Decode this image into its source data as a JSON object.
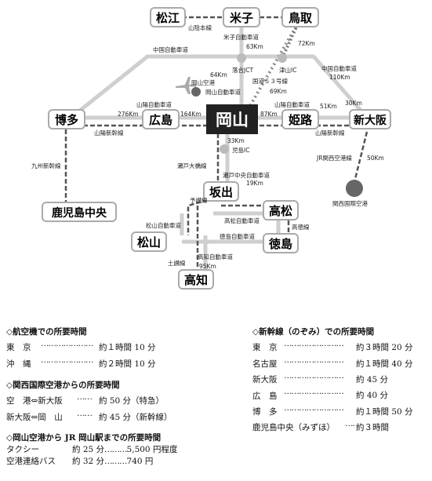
{
  "map": {
    "colors": {
      "road": "#cfcfcf",
      "jr": "#555555",
      "highlight_box": "#222222",
      "airport_dot": "#666666",
      "bridge": "#aaaaaa"
    },
    "nodes": [
      {
        "id": "matsue",
        "label": "松江"
      },
      {
        "id": "yonago",
        "label": "米子"
      },
      {
        "id": "tottori",
        "label": "鳥取"
      },
      {
        "id": "hakata",
        "label": "博多"
      },
      {
        "id": "hiroshima",
        "label": "広島"
      },
      {
        "id": "okayama",
        "label": "岡山"
      },
      {
        "id": "himeji",
        "label": "姫路"
      },
      {
        "id": "shinosaka",
        "label": "新大阪"
      },
      {
        "id": "sakaide",
        "label": "坂出"
      },
      {
        "id": "takamatsu",
        "label": "高松"
      },
      {
        "id": "matsuyama",
        "label": "松山"
      },
      {
        "id": "tokushima",
        "label": "徳島"
      },
      {
        "id": "kochi",
        "label": "高知"
      },
      {
        "id": "kagoshima",
        "label": "鹿児島中央"
      }
    ],
    "places": {
      "okayama_airport": "岡山空港",
      "kansai_airport": "関西国際空港",
      "rakugo_jct": "落合JCT",
      "tsuyama_ic": "津山IC",
      "kojima_ic": "児島IC"
    },
    "routes": {
      "sanin": "山陰本線",
      "yonago_exp": "米子自動車道",
      "chugoku_exp_w": "中国自動車道",
      "chugoku_exp_e": "中国自動車道",
      "r53": "国道５３号線",
      "sanyo_exp_w": "山陽自動車道",
      "sanyo_exp_e": "山陽自動車道",
      "okayama_exp": "岡山自動車道",
      "sanyo_shinkansen_w": "山陽新幹線",
      "sanyo_shinkansen_e": "山陽新幹線",
      "kyushu_shinkansen": "九州新幹線",
      "seto_bridge": "瀬戸大橋線",
      "seto_chuo_exp": "瀬戸中央自動車道",
      "yosan": "予讃線",
      "takamatsu_exp": "高松自動車道",
      "kotoku": "高徳線",
      "matsuyama_exp": "松山自動車道",
      "tokushima_exp": "徳島自動車道",
      "dosan": "土讃線",
      "kochi_exp": "高知自動車道",
      "jr_kanku": "JR関西空港線"
    },
    "distances": {
      "d63": "63Km",
      "d72": "72Km",
      "d64": "64Km",
      "d69": "69Km",
      "d110": "110Km",
      "d276": "276Km",
      "d164": "164Km",
      "d87": "87Km",
      "d51": "51Km",
      "d30": "30Km",
      "d33": "33Km",
      "d19": "19Km",
      "d50": "50Km",
      "d95": "95Km"
    }
  },
  "air": {
    "heading": "◇航空機での所要時間",
    "rows": [
      {
        "from": "東　京",
        "time": "約１時間 10 分"
      },
      {
        "from": "沖　縄",
        "time": "約２時間 10 分"
      }
    ]
  },
  "kansai": {
    "heading": "◇関西国際空港からの所要時間",
    "rows": [
      {
        "from": "空　港⇔新大阪",
        "time": "約 50 分（特急）"
      },
      {
        "from": "新大阪⇔岡　山",
        "time": "約 45 分（新幹線）"
      }
    ]
  },
  "airport_access": {
    "heading": "◇岡山空港から JR 岡山駅までの所要時間",
    "rows": [
      {
        "mode": "タクシー",
        "time": "約 25 分",
        "price": "5,500 円程度"
      },
      {
        "mode": "空港連絡バス",
        "time": "約 32 分",
        "price": "740 円"
      }
    ]
  },
  "shinkansen": {
    "heading": "◇新幹線（のぞみ）での所要時間",
    "rows": [
      {
        "from": "東　京",
        "time": "約３時間 20 分"
      },
      {
        "from": "名古屋",
        "time": "約１時間 40 分"
      },
      {
        "from": "新大阪",
        "time": "約 45 分"
      },
      {
        "from": "広　島",
        "time": "約 40 分"
      },
      {
        "from": "博　多",
        "time": "約１時間 50 分"
      },
      {
        "from": "鹿児島中央（みずほ）",
        "time": "約３時間"
      }
    ]
  }
}
